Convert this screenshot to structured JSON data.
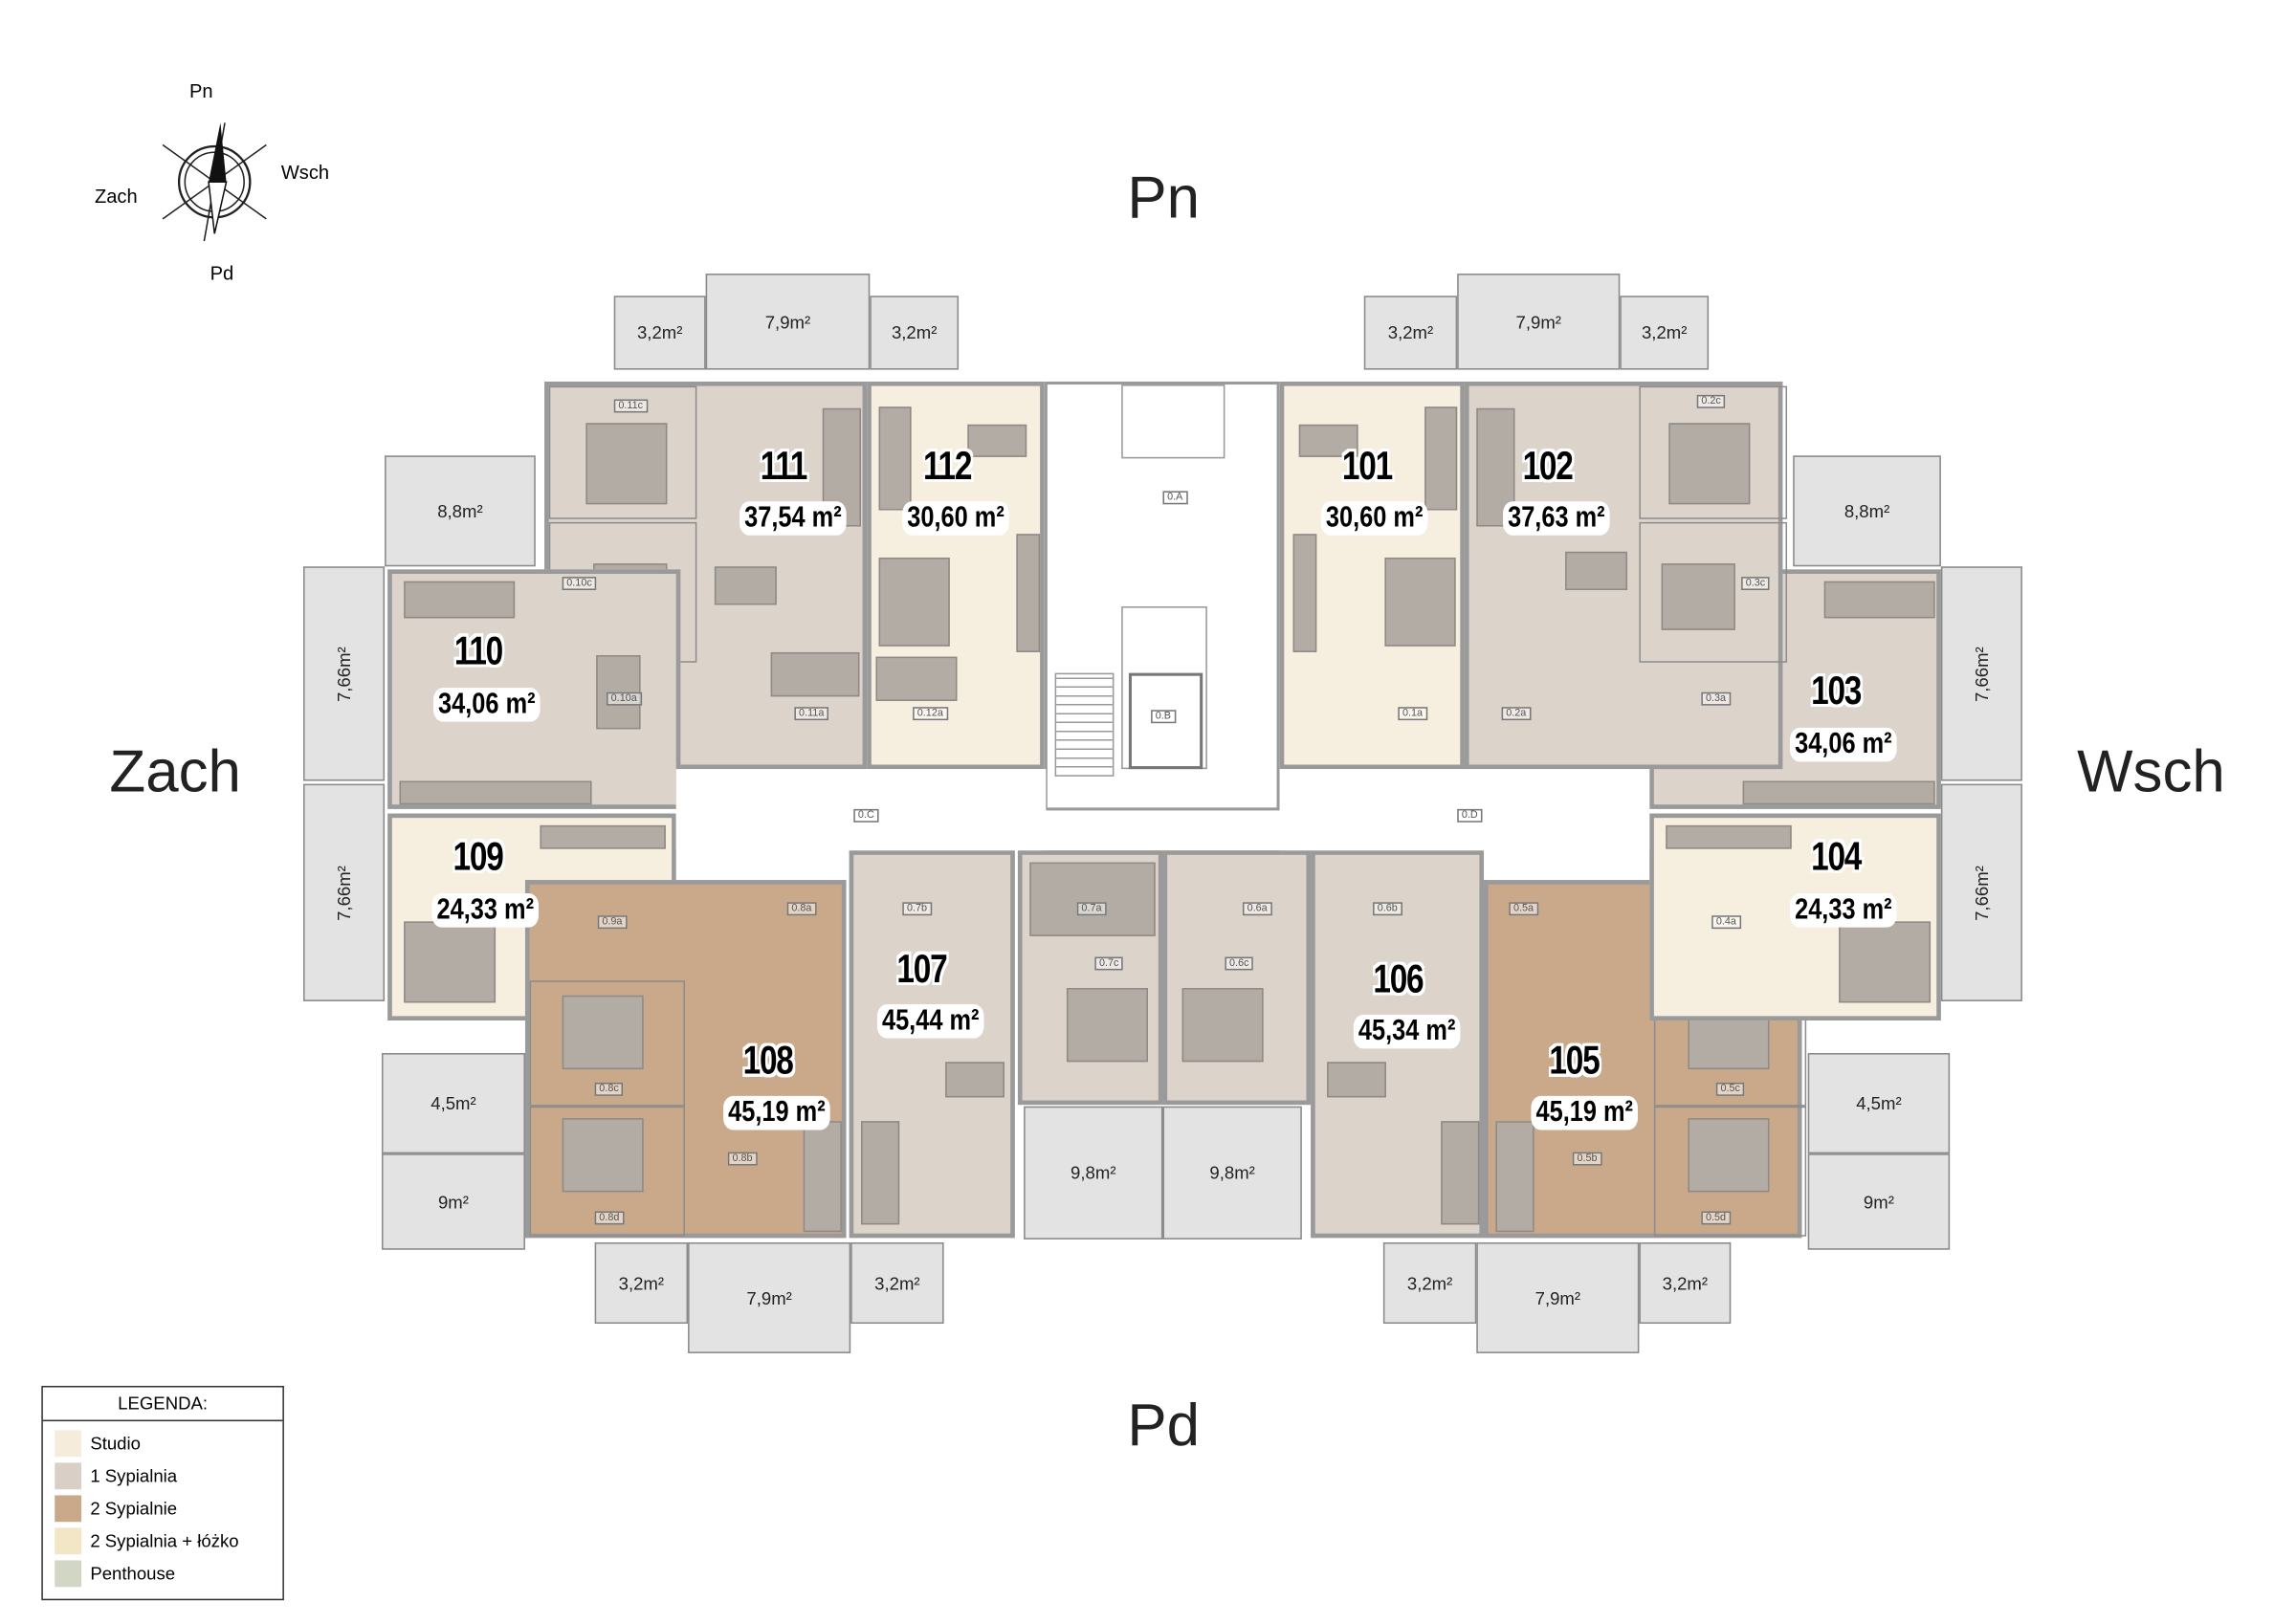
{
  "directions": {
    "north": "Pn",
    "south": "Pd",
    "west": "Zach",
    "east": "Wsch"
  },
  "compass": {
    "n": "Pn",
    "s": "Pd",
    "w": "Zach",
    "e": "Wsch"
  },
  "units": [
    {
      "number": "111",
      "area": "37,54 m²",
      "type": "1 Sypialnia"
    },
    {
      "number": "112",
      "area": "30,60 m²",
      "type": "Studio"
    },
    {
      "number": "110",
      "area": "34,06 m²",
      "type": "1 Sypialnia"
    },
    {
      "number": "109",
      "area": "24,33 m²",
      "type": "Studio"
    },
    {
      "number": "108",
      "area": "45,19 m²",
      "type": "2 Sypialnie"
    },
    {
      "number": "107",
      "area": "45,44 m²",
      "type": "1 Sypialnia"
    },
    {
      "number": "106",
      "area": "45,34 m²",
      "type": "1 Sypialnia"
    },
    {
      "number": "105",
      "area": "45,19 m²",
      "type": "2 Sypialnie"
    },
    {
      "number": "104",
      "area": "24,33 m²",
      "type": "Studio"
    },
    {
      "number": "103",
      "area": "34,06 m²",
      "type": "1 Sypialnia"
    },
    {
      "number": "102",
      "area": "37,63 m²",
      "type": "1 Sypialnia"
    },
    {
      "number": "101",
      "area": "30,60 m²",
      "type": "Studio"
    }
  ],
  "terraces": {
    "top_left": [
      "3,2m²",
      "7,9m²",
      "3,2m²"
    ],
    "top_right": [
      "3,2m²",
      "7,9m²",
      "3,2m²"
    ],
    "bottom_left": [
      "3,2m²",
      "7,9m²",
      "3,2m²"
    ],
    "bottom_right": [
      "3,2m²",
      "7,9m²",
      "3,2m²"
    ],
    "west": [
      "8,8m²",
      "7,66m²",
      "7,66m²",
      "4,5m²",
      "9m²"
    ],
    "east": [
      "8,8m²",
      "7,66m²",
      "7,66m²",
      "4,5m²",
      "9m²"
    ],
    "south_center": [
      "9,8m²",
      "9,8m²"
    ]
  },
  "room_codes": [
    "0.11c",
    "0.10c",
    "0.10a",
    "0.11a",
    "0.12a",
    "0.A",
    "0.B",
    "0.C",
    "0.D",
    "0.1a",
    "0.2a",
    "0.2c",
    "0.3c",
    "0.3a",
    "0.4a",
    "0.5a",
    "0.5c",
    "0.5b",
    "0.5d",
    "0.6b",
    "0.6a",
    "0.6c",
    "0.7a",
    "0.7b",
    "0.7c",
    "0.8a",
    "0.8c",
    "0.8b",
    "0.8d",
    "0.9a"
  ],
  "legend": {
    "title": "LEGENDA:",
    "items": [
      {
        "label": "Studio",
        "color": "#f5ecdc"
      },
      {
        "label": "1 Sypialnia",
        "color": "#d9cfc7"
      },
      {
        "label": "2 Sypialnie",
        "color": "#c9a98a"
      },
      {
        "label": "2 Sypialnia + łóżko",
        "color": "#f3e6c6"
      },
      {
        "label": "Penthouse",
        "color": "#d2d6c4"
      }
    ]
  }
}
